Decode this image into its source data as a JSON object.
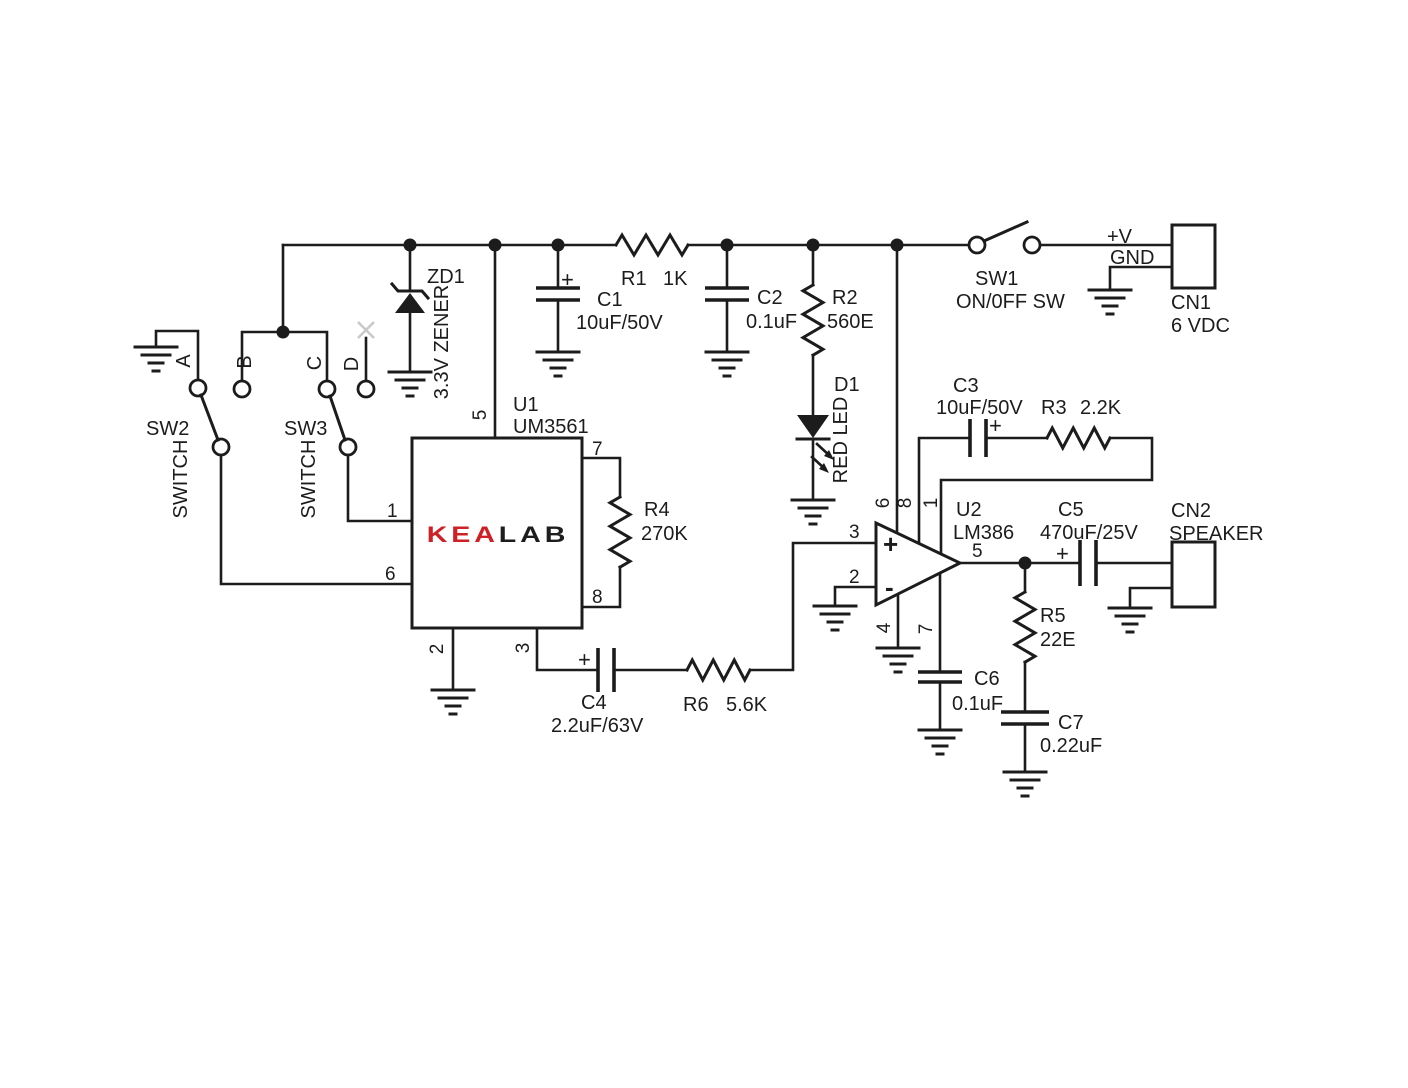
{
  "components": {
    "zd1": {
      "ref": "ZD1",
      "value": "3.3V ZENER"
    },
    "d1": {
      "ref": "D1",
      "value": "RED LED"
    },
    "sw1": {
      "ref": "SW1",
      "value": "ON/0FF SW"
    },
    "sw2": {
      "ref": "SW2",
      "value": "SWITCH"
    },
    "sw3": {
      "ref": "SW3",
      "value": "SWITCH"
    },
    "r1": {
      "ref": "R1",
      "value": "1K"
    },
    "r2": {
      "ref": "R2",
      "value": "560E"
    },
    "r3": {
      "ref": "R3",
      "value": "2.2K"
    },
    "r4": {
      "ref": "R4",
      "value": "270K"
    },
    "r5": {
      "ref": "R5",
      "value": "22E"
    },
    "r6": {
      "ref": "R6",
      "value": "5.6K"
    },
    "c1": {
      "ref": "C1",
      "value": "10uF/50V"
    },
    "c2": {
      "ref": "C2",
      "value": "0.1uF"
    },
    "c3": {
      "ref": "C3",
      "value": "10uF/50V"
    },
    "c4": {
      "ref": "C4",
      "value": "2.2uF/63V"
    },
    "c5": {
      "ref": "C5",
      "value": "470uF/25V"
    },
    "c6": {
      "ref": "C6",
      "value": "0.1uF"
    },
    "c7": {
      "ref": "C7",
      "value": "0.22uF"
    },
    "u1": {
      "ref": "U1",
      "value": "UM3561"
    },
    "u2": {
      "ref": "U2",
      "value": "LM386"
    },
    "cn1": {
      "ref": "CN1",
      "value": "6 VDC"
    },
    "cn2": {
      "ref": "CN2",
      "value": "SPEAKER"
    }
  },
  "power": {
    "vplus": "+V",
    "gnd": "GND",
    "plus": "+"
  },
  "opamp": {
    "plus": "+",
    "minus": "-"
  },
  "terminals": {
    "a": "A",
    "b": "B",
    "c": "C",
    "d": "D"
  },
  "pins": {
    "u1": {
      "p1": "1",
      "p2": "2",
      "p3": "3",
      "p5": "5",
      "p6": "6",
      "p7": "7",
      "p8": "8"
    },
    "u2": {
      "p1": "1",
      "p2": "2",
      "p3": "3",
      "p4": "4",
      "p5": "5",
      "p6": "6",
      "p7": "7",
      "p8": "8"
    }
  },
  "logo": {
    "kea": "KEA",
    "lab": "LAB"
  },
  "colors": {
    "line": "#1c1c1c",
    "logo_red": "#cf2026",
    "logo_dark": "#1d1d1d",
    "nc_mark": "#c9c9c9",
    "background": "#ffffff"
  }
}
